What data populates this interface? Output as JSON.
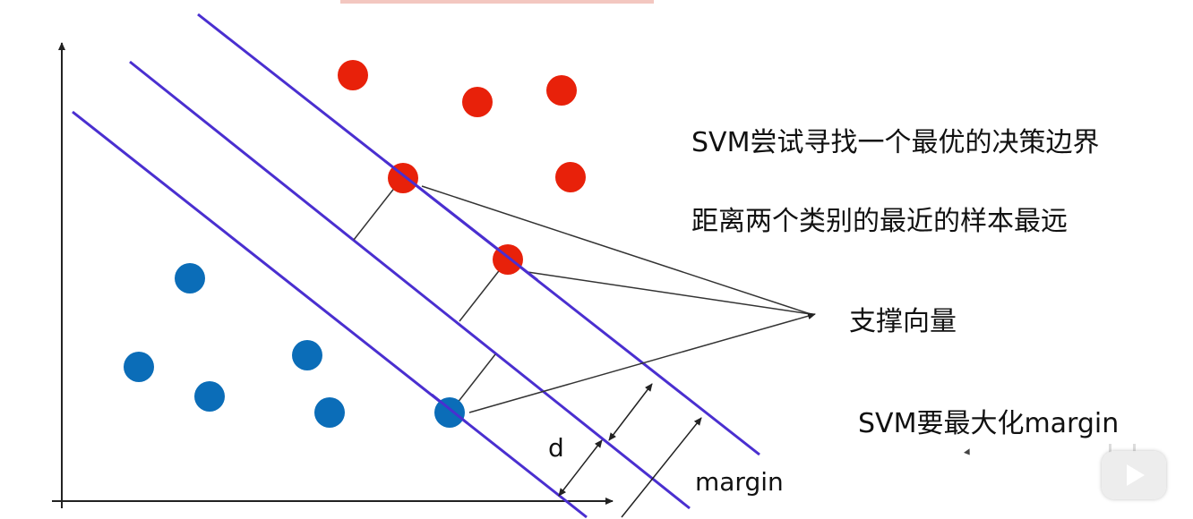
{
  "notes": {
    "line1": "SVM尝试寻找一个最优的决策边界",
    "line2": "距离两个类别的最近的样本最远",
    "support_vectors": "支撑向量",
    "maximize": "SVM要最大化margin"
  },
  "labels": {
    "d": "d",
    "margin": "margin"
  },
  "colors": {
    "class_a": "#e8210a",
    "class_b": "#0b6db8",
    "boundary": "#4a2fd0",
    "line": "#333333"
  },
  "icons": {
    "player": "play-icon",
    "pointer": "cursor-icon"
  }
}
